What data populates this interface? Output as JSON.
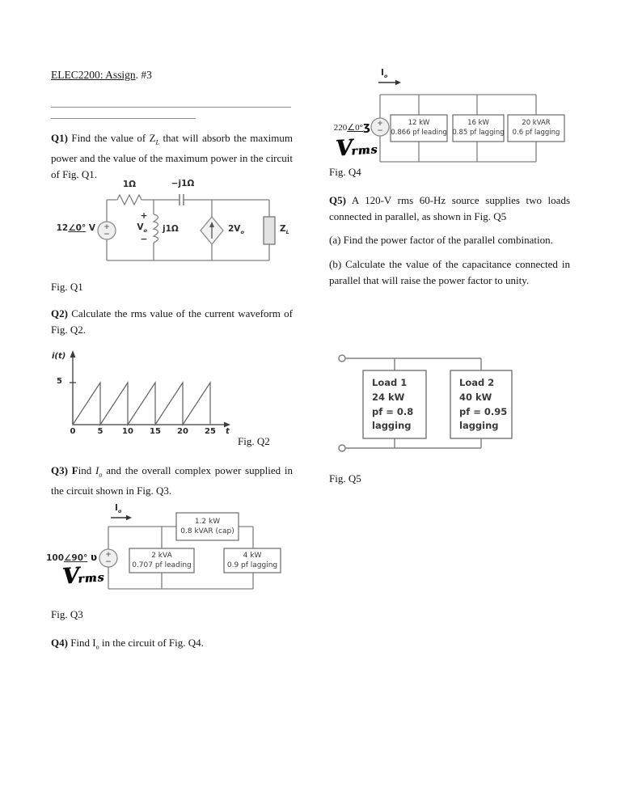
{
  "header": {
    "title_main": "ELEC2200: Assign",
    "title_tail": ". #3"
  },
  "q1": {
    "bold": "Q1)",
    "t1": " Find the value of Z",
    "sub": "L",
    "t2": " that will absorb the maximum power and the value of the maximum power in the circuit of Fig. Q1."
  },
  "q2": {
    "bold": "Q2)",
    "t1": " Calculate the rms value of the current waveform of Fig. Q2."
  },
  "q3": {
    "bold": "Q3) F",
    "t1": "ind ",
    "var": "I",
    "sub": "o",
    "t2": " and the overall complex power supplied in the circuit shown in Fig. Q3."
  },
  "q4": {
    "bold": "Q4)",
    "t1": " Find I",
    "sub": "o",
    "t2": " in the circuit of Fig. Q4."
  },
  "q5": {
    "bold": "Q5)",
    "t1": " A 120-V rms 60-Hz source supplies two loads connected in parallel, as shown in Fig. Q5",
    "a": "(a) Find the power factor of the parallel combination.",
    "b": "(b) Calculate the value of the capacitance connected in parallel that will raise the power factor to unity."
  },
  "fig_q1": {
    "caption": "Fig. Q1",
    "source_mag": "12",
    "source_angle": "∠0°",
    "source_unit": "V",
    "plus": "+",
    "minus": "−",
    "resistor": "1Ω",
    "capacitor": "−j1Ω",
    "inductor": "j1Ω",
    "vo_plus": "+",
    "vo_v": "V",
    "vo_sub": "o",
    "vo_minus": "−",
    "dep": "2V",
    "dep_sub": "o",
    "load": "Z",
    "load_sub": "L"
  },
  "fig_q2": {
    "caption": "Fig. Q2",
    "ylabel": "i(t)",
    "xlabel": "t",
    "ytick": "5",
    "xticks": [
      "0",
      "5",
      "10",
      "15",
      "20",
      "25"
    ]
  },
  "fig_q3": {
    "caption": "Fig. Q3",
    "io": "I",
    "io_sub": "o",
    "source_mag": "100",
    "source_angle": "∠90°",
    "scribble": "ʋ",
    "plus": "+",
    "minus": "−",
    "hand_v": "V",
    "hand_sub": "rms",
    "boxes": [
      {
        "l1": "1.2 kW",
        "l2": "0.8 kVAR (cap)"
      },
      {
        "l1": "2 kVA",
        "l2": "0.707 pf leading"
      },
      {
        "l1": "4 kW",
        "l2": "0.9 pf lagging"
      }
    ]
  },
  "fig_q4": {
    "caption": "Fig. Q4",
    "io": "I",
    "io_sub": "o",
    "source_mag": "220",
    "source_angle": "∠0°",
    "scribble": "ʒ",
    "plus": "+",
    "minus": "−",
    "hand_v": "V",
    "hand_sub": "rms",
    "boxes": [
      {
        "l1": "12 kW",
        "l2": "0.866 pf leading"
      },
      {
        "l1": "16 kW",
        "l2": "0.85 pf lagging"
      },
      {
        "l1": "20 kVAR",
        "l2": "0.6 pf lagging"
      }
    ]
  },
  "fig_q5": {
    "caption": "Fig. Q5",
    "loads": [
      {
        "name": "Load 1",
        "power": "24 kW",
        "pf": "pf = 0.8",
        "mode": "lagging"
      },
      {
        "name": "Load 2",
        "power": "40 kW",
        "pf": "pf = 0.95",
        "mode": "lagging"
      }
    ]
  },
  "chart_data": {
    "type": "line",
    "title": "Fig. Q2 sawtooth current waveform",
    "xlabel": "t",
    "ylabel": "i(t)",
    "xlim": [
      0,
      27
    ],
    "ylim": [
      0,
      6.5
    ],
    "xticks": [
      0,
      5,
      10,
      15,
      20,
      25
    ],
    "yticks": [
      5
    ],
    "grid": false,
    "series": [
      {
        "name": "i(t)",
        "points": [
          [
            0,
            0
          ],
          [
            5,
            5
          ],
          [
            5,
            0
          ],
          [
            10,
            5
          ],
          [
            10,
            0
          ],
          [
            15,
            5
          ],
          [
            15,
            0
          ],
          [
            20,
            5
          ],
          [
            20,
            0
          ],
          [
            25,
            5
          ],
          [
            25,
            0
          ]
        ]
      }
    ]
  }
}
